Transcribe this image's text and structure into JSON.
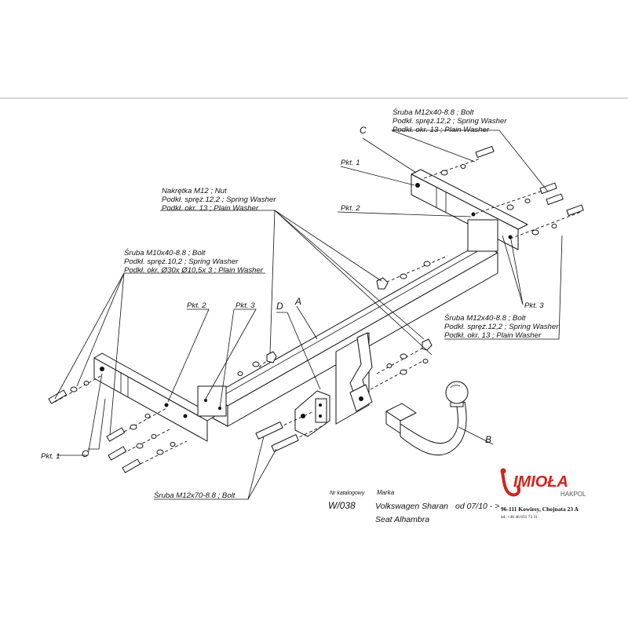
{
  "part_labels": {
    "A": "A",
    "B": "B",
    "C_left": "C",
    "C_right": "C",
    "D": "D",
    "pkt1_left": "Pkt. 1",
    "pkt1_right": "Pkt. 1",
    "pkt2_left": "Pkt. 2",
    "pkt2_right": "Pkt. 2",
    "pkt3_left": "Pkt. 3",
    "pkt3_right": "Pkt. 3"
  },
  "callouts": {
    "top_right": [
      "Śruba M12x40-8.8 ;  Bolt",
      "Podkł. spręż.12,2 ; Spring Washer",
      "Podkł. okr. 13 ; Plain Washer"
    ],
    "nut": [
      "Nakrętka  M12 ; Nut",
      "Podkł. spręż.12,2 ; Spring Washer",
      "Podkł. okr. 13 ; Plain Washer"
    ],
    "left": [
      "Śruba M10x40-8.8 ;  Bolt",
      "Podkł. spręż.10,2 ; Spring Washer",
      "Podkł. okr.  Ø30x Ø10,5x 3 ; Plain Washer"
    ],
    "right_mid": [
      "Śruba M12x40-8.8 ;  Bolt",
      "Podkł. spręż.12,2 ; Spring Washer",
      "Podkł. okr. 13 ; Plain Washer"
    ],
    "bottom": "Śruba M12x70-8.8 ;  Bolt"
  },
  "info": {
    "catalog_label": "Nr katalogowy",
    "catalog_number": "W/038",
    "brand_label": "Marka",
    "brand_1": "Volkswagen Sharan",
    "brand_2": "Seat Alhambra",
    "years": "od 07/10 - >"
  },
  "logo": {
    "name": "IMIOŁA",
    "sub": "HAKPOL",
    "address": "96-111 Kowiesy, Chojnata 23 A",
    "phone": "tel. +48 46 831 73 31",
    "brand_color": "#d3231e"
  }
}
